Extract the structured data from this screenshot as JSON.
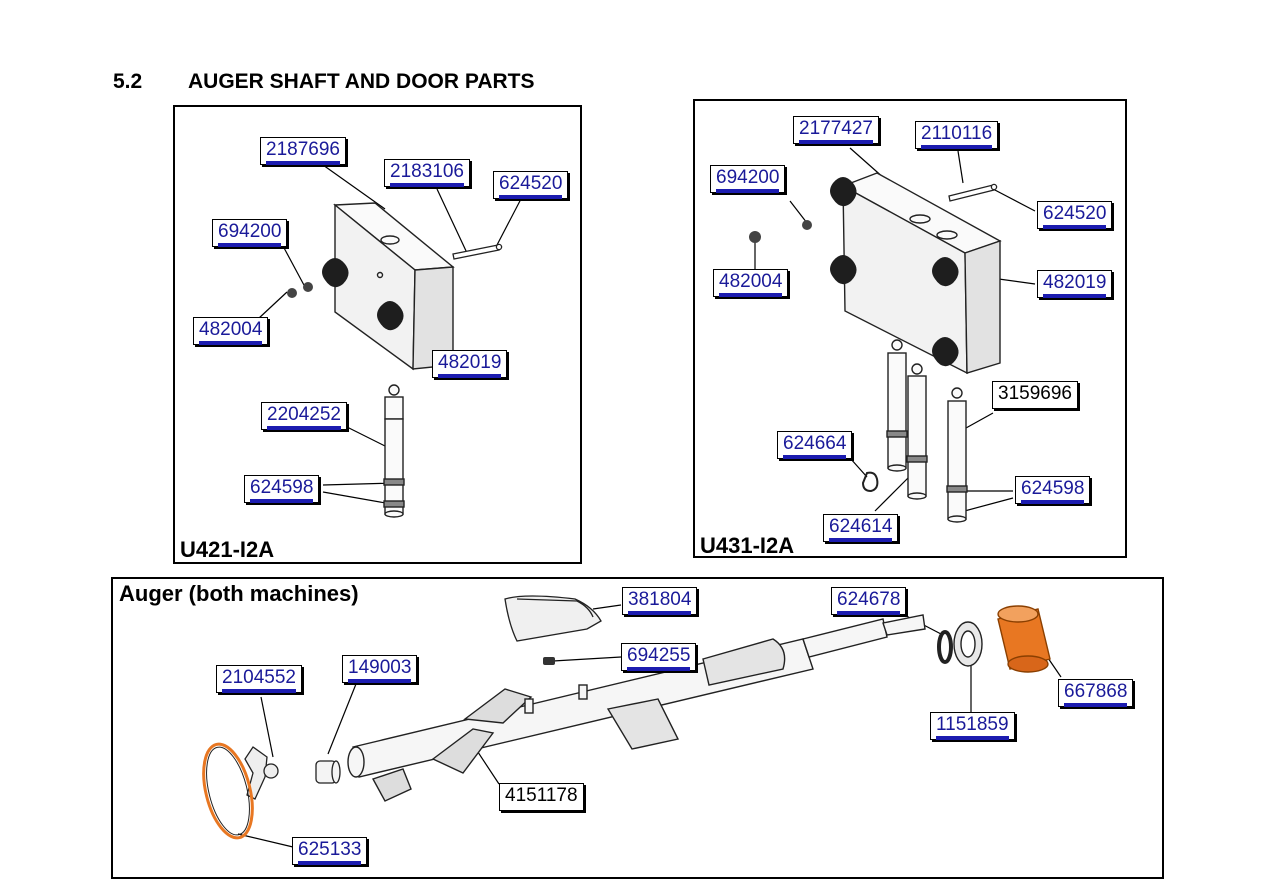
{
  "section": {
    "number": "5.2",
    "title": "AUGER SHAFT AND DOOR PARTS"
  },
  "panels": {
    "left": {
      "title": "U421-I2A"
    },
    "right": {
      "title": "U431-I2A"
    },
    "auger": {
      "title": "Auger (both machines)"
    }
  },
  "callouts": {
    "left": {
      "c2187696": "2187696",
      "c2183106": "2183106",
      "c624520": "624520",
      "c694200": "694200",
      "c482004": "482004",
      "c482019": "482019",
      "c2204252": "2204252",
      "c624598": "624598"
    },
    "right": {
      "c2177427": "2177427",
      "c2110116": "2110116",
      "c694200": "694200",
      "c624520": "624520",
      "c482004": "482004",
      "c482019": "482019",
      "c3159696": "3159696",
      "c624664": "624664",
      "c624598": "624598",
      "c624614": "624614"
    },
    "auger": {
      "c381804": "381804",
      "c624678": "624678",
      "c694255": "694255",
      "c2104552": "2104552",
      "c149003": "149003",
      "c667868": "667868",
      "c1151859": "1151859",
      "c4151178": "4151178",
      "c625133": "625133"
    }
  },
  "colors": {
    "highlight_orange": "#e87722",
    "link_blue": "#1c1cb0",
    "part_dark": "#1e1e1e"
  }
}
